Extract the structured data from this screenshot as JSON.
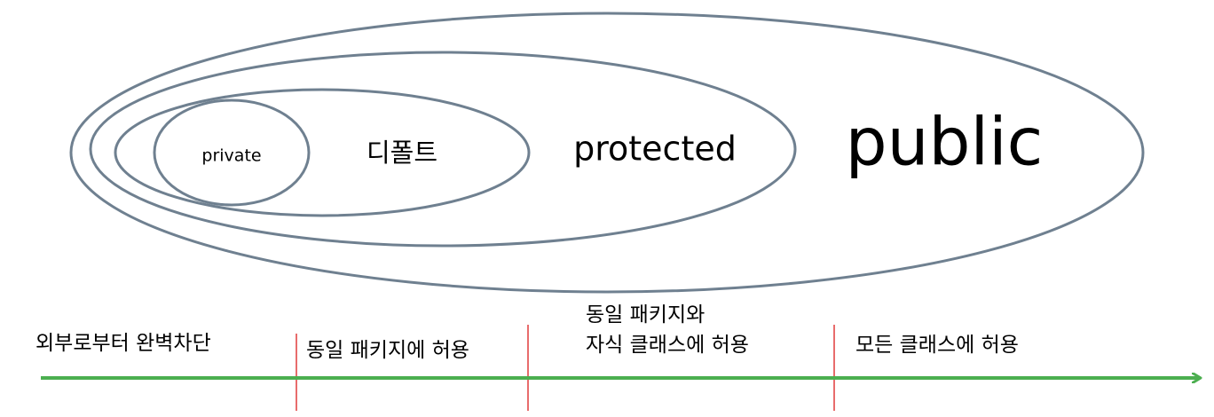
{
  "colors": {
    "ring_stroke": "#6f8090",
    "arrow": "#4caf50",
    "divider": "#e03a3a"
  },
  "levels": {
    "public": "public",
    "protected": "protected",
    "default": "디폴트",
    "private": "private"
  },
  "scopes": {
    "private": "외부로부터 완벽차단",
    "default": "동일 패키지에 허용",
    "protected_line1": "동일 패키지와",
    "protected_line2": "자식 클래스에 허용",
    "public": "모든 클래스에 허용"
  }
}
